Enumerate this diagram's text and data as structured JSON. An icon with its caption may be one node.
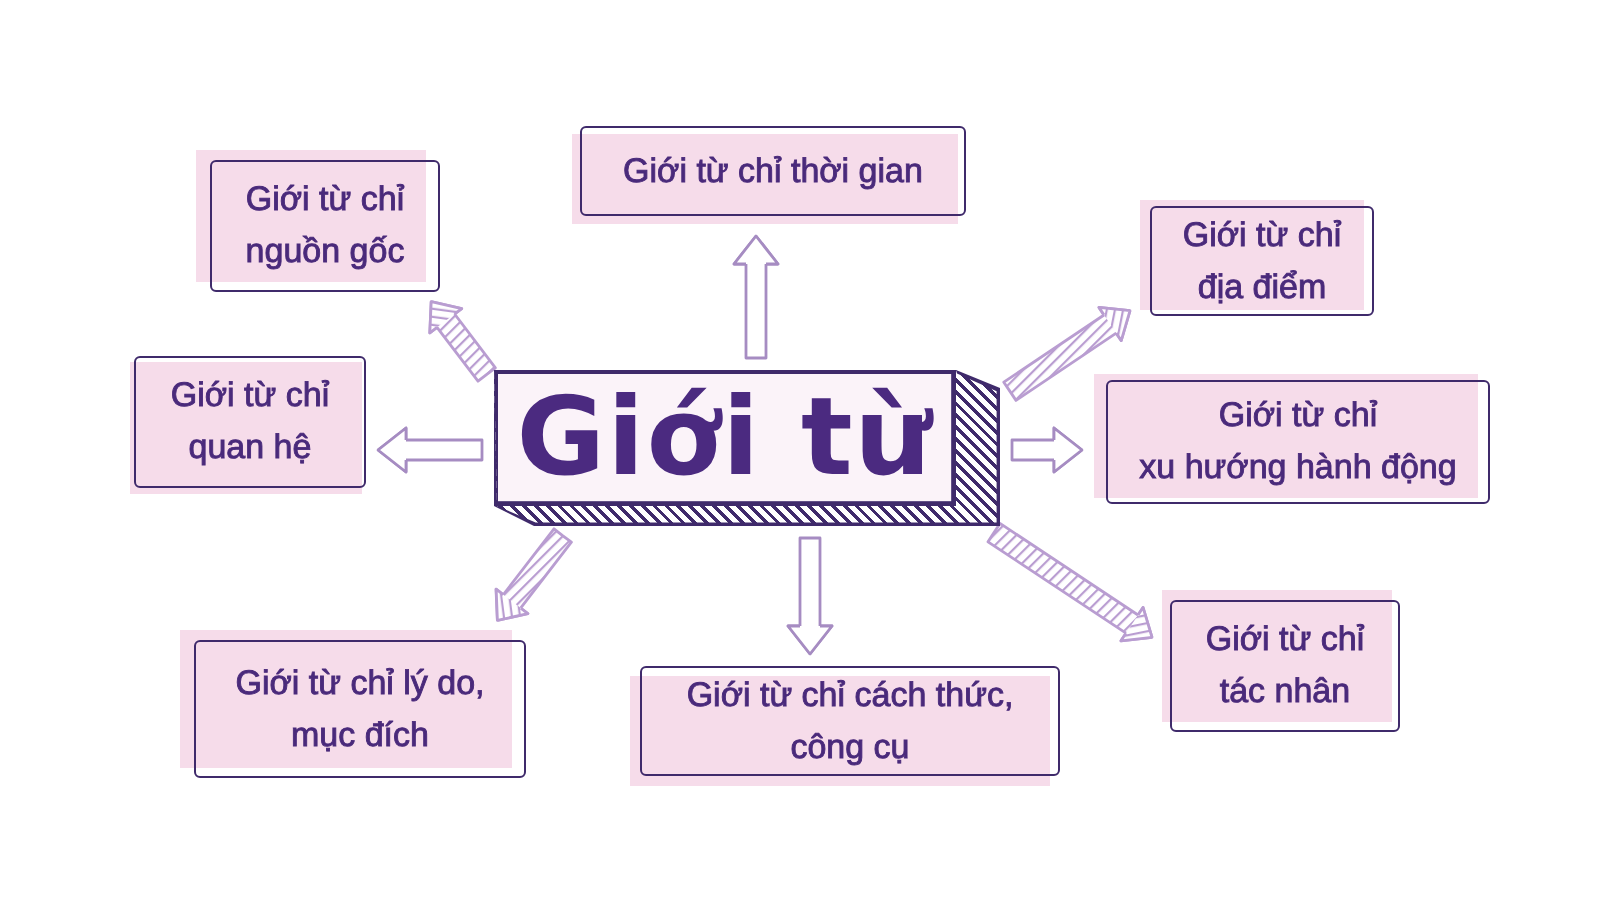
{
  "diagram": {
    "nodes": [
      {
        "text": [
          "Giới từ"
        ]
      },
      {
        "text": [
          "Giới từ chỉ nguồn gốc"
        ]
      },
      {
        "text": [
          "Giới từ chỉ thời gian"
        ]
      },
      {
        "text": [
          "Giới từ chỉ địa điểm"
        ]
      },
      {
        "text": [
          "Giới từ chỉ quan hệ"
        ]
      },
      {
        "text": [
          "Giới từ chỉ xu hướng hành động"
        ]
      },
      {
        "text": [
          "Giới từ chỉ lý do, mục đích"
        ]
      },
      {
        "text": [
          "Giới từ chỉ cách thức, công cụ"
        ]
      },
      {
        "text": [
          "Giới từ chỉ tác nhân"
        ]
      }
    ],
    "edges": [
      {
        "from": 0,
        "to": 1,
        "arrow": "to",
        "color": "#b99dd1"
      },
      {
        "from": 0,
        "to": 2,
        "arrow": "to"
      },
      {
        "from": 0,
        "to": 3,
        "arrow": "to",
        "color": "#b99dd1"
      },
      {
        "from": 0,
        "to": 4,
        "arrow": "to"
      },
      {
        "from": 0,
        "to": 5,
        "arrow": "to"
      },
      {
        "from": 0,
        "to": 6,
        "arrow": "to",
        "color": "#b99dd1"
      },
      {
        "from": 0,
        "to": 7,
        "arrow": "to"
      },
      {
        "from": 0,
        "to": 8,
        "arrow": "to",
        "color": "#b99dd1"
      }
    ]
  }
}
